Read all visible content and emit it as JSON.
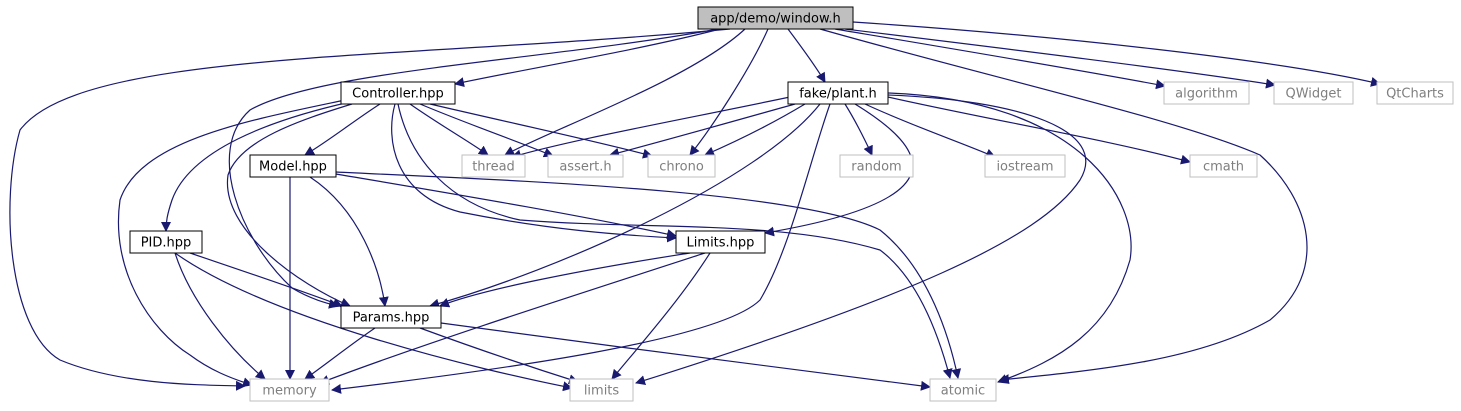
{
  "diagram": {
    "root": "app/demo/window.h",
    "nodes": {
      "root": {
        "label": "app/demo/window.h",
        "kind": "root"
      },
      "controller": {
        "label": "Controller.hpp",
        "kind": "project"
      },
      "fakeplant": {
        "label": "fake/plant.h",
        "kind": "project"
      },
      "algorithm": {
        "label": "algorithm",
        "kind": "system"
      },
      "qwidget": {
        "label": "QWidget",
        "kind": "system"
      },
      "qtcharts": {
        "label": "QtCharts",
        "kind": "system"
      },
      "model": {
        "label": "Model.hpp",
        "kind": "project"
      },
      "thread": {
        "label": "thread",
        "kind": "system"
      },
      "assert": {
        "label": "assert.h",
        "kind": "system"
      },
      "chrono": {
        "label": "chrono",
        "kind": "system"
      },
      "random": {
        "label": "random",
        "kind": "system"
      },
      "iostream": {
        "label": "iostream",
        "kind": "system"
      },
      "cmath": {
        "label": "cmath",
        "kind": "system"
      },
      "pid": {
        "label": "PID.hpp",
        "kind": "project"
      },
      "limitshpp": {
        "label": "Limits.hpp",
        "kind": "project"
      },
      "params": {
        "label": "Params.hpp",
        "kind": "project"
      },
      "memory": {
        "label": "memory",
        "kind": "system"
      },
      "limits": {
        "label": "limits",
        "kind": "system"
      },
      "atomic": {
        "label": "atomic",
        "kind": "system"
      }
    },
    "edges": [
      [
        "root",
        "memory"
      ],
      [
        "root",
        "params"
      ],
      [
        "root",
        "controller"
      ],
      [
        "root",
        "thread"
      ],
      [
        "root",
        "chrono"
      ],
      [
        "root",
        "fakeplant"
      ],
      [
        "root",
        "atomic"
      ],
      [
        "root",
        "algorithm"
      ],
      [
        "root",
        "qwidget"
      ],
      [
        "root",
        "qtcharts"
      ],
      [
        "controller",
        "memory"
      ],
      [
        "controller",
        "pid"
      ],
      [
        "controller",
        "params"
      ],
      [
        "controller",
        "model"
      ],
      [
        "controller",
        "limitshpp"
      ],
      [
        "controller",
        "thread"
      ],
      [
        "controller",
        "assert"
      ],
      [
        "controller",
        "chrono"
      ],
      [
        "controller",
        "atomic"
      ],
      [
        "fakeplant",
        "assert"
      ],
      [
        "fakeplant",
        "thread"
      ],
      [
        "fakeplant",
        "chrono"
      ],
      [
        "fakeplant",
        "params"
      ],
      [
        "fakeplant",
        "memory"
      ],
      [
        "fakeplant",
        "random"
      ],
      [
        "fakeplant",
        "iostream"
      ],
      [
        "fakeplant",
        "cmath"
      ],
      [
        "fakeplant",
        "limitshpp"
      ],
      [
        "fakeplant",
        "limits"
      ],
      [
        "fakeplant",
        "atomic"
      ],
      [
        "model",
        "memory"
      ],
      [
        "model",
        "params"
      ],
      [
        "model",
        "limitshpp"
      ],
      [
        "model",
        "atomic"
      ],
      [
        "pid",
        "memory"
      ],
      [
        "pid",
        "params"
      ],
      [
        "pid",
        "limits"
      ],
      [
        "limitshpp",
        "params"
      ],
      [
        "limitshpp",
        "memory"
      ],
      [
        "limitshpp",
        "limits"
      ],
      [
        "params",
        "memory"
      ],
      [
        "params",
        "limits"
      ],
      [
        "params",
        "atomic"
      ]
    ],
    "colors": {
      "edge": "#191970",
      "root_fill": "#bfbfbf",
      "project_border": "#000000",
      "system_border": "#bfbfbf",
      "system_text": "#7f7f7f",
      "text": "#000000"
    }
  }
}
